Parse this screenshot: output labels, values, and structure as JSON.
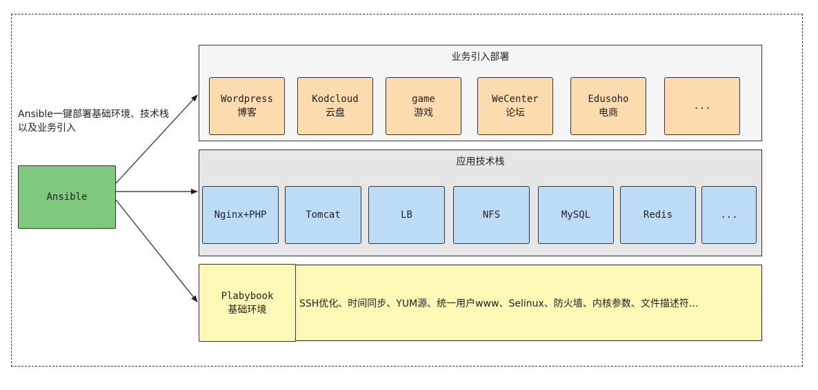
{
  "note": "Ansible一键部署基础环境、技术栈以及业务引入",
  "ansible": {
    "label": "Ansible"
  },
  "business": {
    "title": "业务引入部署",
    "items": [
      {
        "en": "Wordpress",
        "zh": "博客"
      },
      {
        "en": "Kodcloud",
        "zh": "云盘"
      },
      {
        "en": "game",
        "zh": "游戏"
      },
      {
        "en": "WeCenter",
        "zh": "论坛"
      },
      {
        "en": "Edusoho",
        "zh": "电商"
      },
      {
        "en": "...",
        "zh": ""
      }
    ]
  },
  "stack": {
    "title": "应用技术栈",
    "items": [
      "Nginx+PHP",
      "Tomcat",
      "LB",
      "NFS",
      "MySQL",
      "Redis",
      "..."
    ]
  },
  "playbook": {
    "label_en": "Plabybook",
    "label_zh": "基础环境",
    "detail": "SSH优化、时间同步、YUM源、统一用户www、Selinux、防火墙、内核参数、文件描述符..."
  },
  "colors": {
    "business_box": "#fcdcae",
    "stack_box": "#bcdcf6",
    "playbook_box": "#fdf8b5",
    "ansible_box": "#7fc87f",
    "business_panel": "#f5f5f5",
    "stack_panel": "#e6e6e6"
  }
}
